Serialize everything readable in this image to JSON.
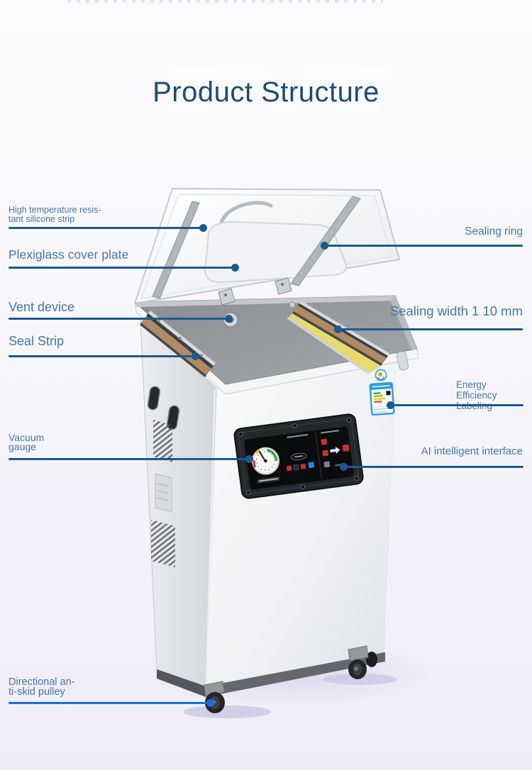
{
  "title": "Product Structure",
  "illustration_alt": "Vacuum packaging machine with open lid",
  "colors": {
    "title_text": "#1e4b74",
    "label_text": "#4577a6",
    "callout_line": "#1b5a8d",
    "pulley_line": "#1c6be4",
    "background_top": "#fbfbfd",
    "background_bottom": "#efecf9"
  },
  "callouts": {
    "left": [
      {
        "id": "high-temperature-silicone-strip",
        "label": "High temperature resis-\ntant silicone strip"
      },
      {
        "id": "plexiglass-cover-plate",
        "label": "Plexiglass cover plate"
      },
      {
        "id": "vent-device",
        "label": "Vent device"
      },
      {
        "id": "seal-strip",
        "label": "Seal Strip"
      },
      {
        "id": "vacuum-gauge",
        "label": "Vacuum\ngauge"
      },
      {
        "id": "directional-anti-skid-pulley",
        "label": "Directional an-\nti-skid pulley"
      }
    ],
    "right": [
      {
        "id": "sealing-ring",
        "label": "Sealing ring"
      },
      {
        "id": "sealing-width",
        "label": "Sealing width 1 10 mm"
      },
      {
        "id": "energy-efficiency-labeling",
        "label": "Energy Efficiency\nLabeling"
      },
      {
        "id": "ai-intelligent-interface",
        "label": "AI intelligent interface"
      }
    ]
  }
}
